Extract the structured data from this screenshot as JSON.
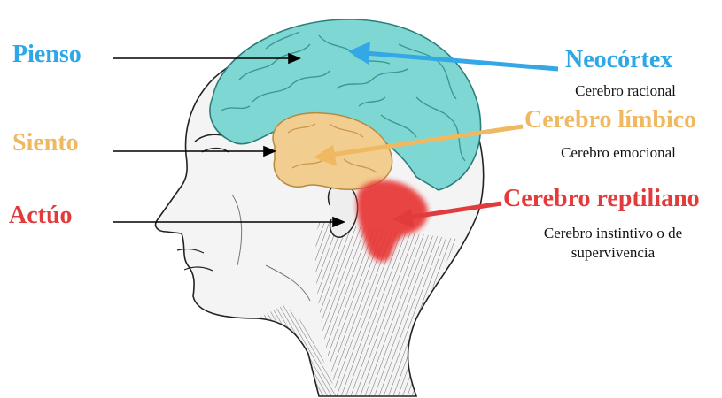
{
  "labels_left": {
    "pienso": "Pienso",
    "siento": "Siento",
    "actuo": "Actúo"
  },
  "labels_right": {
    "neocortex": {
      "title": "Neocórtex",
      "subtitle": "Cerebro racional"
    },
    "limbico": {
      "title": "Cerebro límbico",
      "subtitle": "Cerebro emocional"
    },
    "reptiliano": {
      "title": "Cerebro reptiliano",
      "subtitle": "Cerebro instintivo o de supervivencia"
    }
  },
  "colors": {
    "neocortex": "#2ea7e6",
    "limbico": "#f0b860",
    "reptiliano": "#e23b3b",
    "neocortex_brain": "#78d6d2",
    "limbico_brain": "#f2cc8d",
    "reptiliano_brain": "#e83030",
    "line": "#000000"
  }
}
